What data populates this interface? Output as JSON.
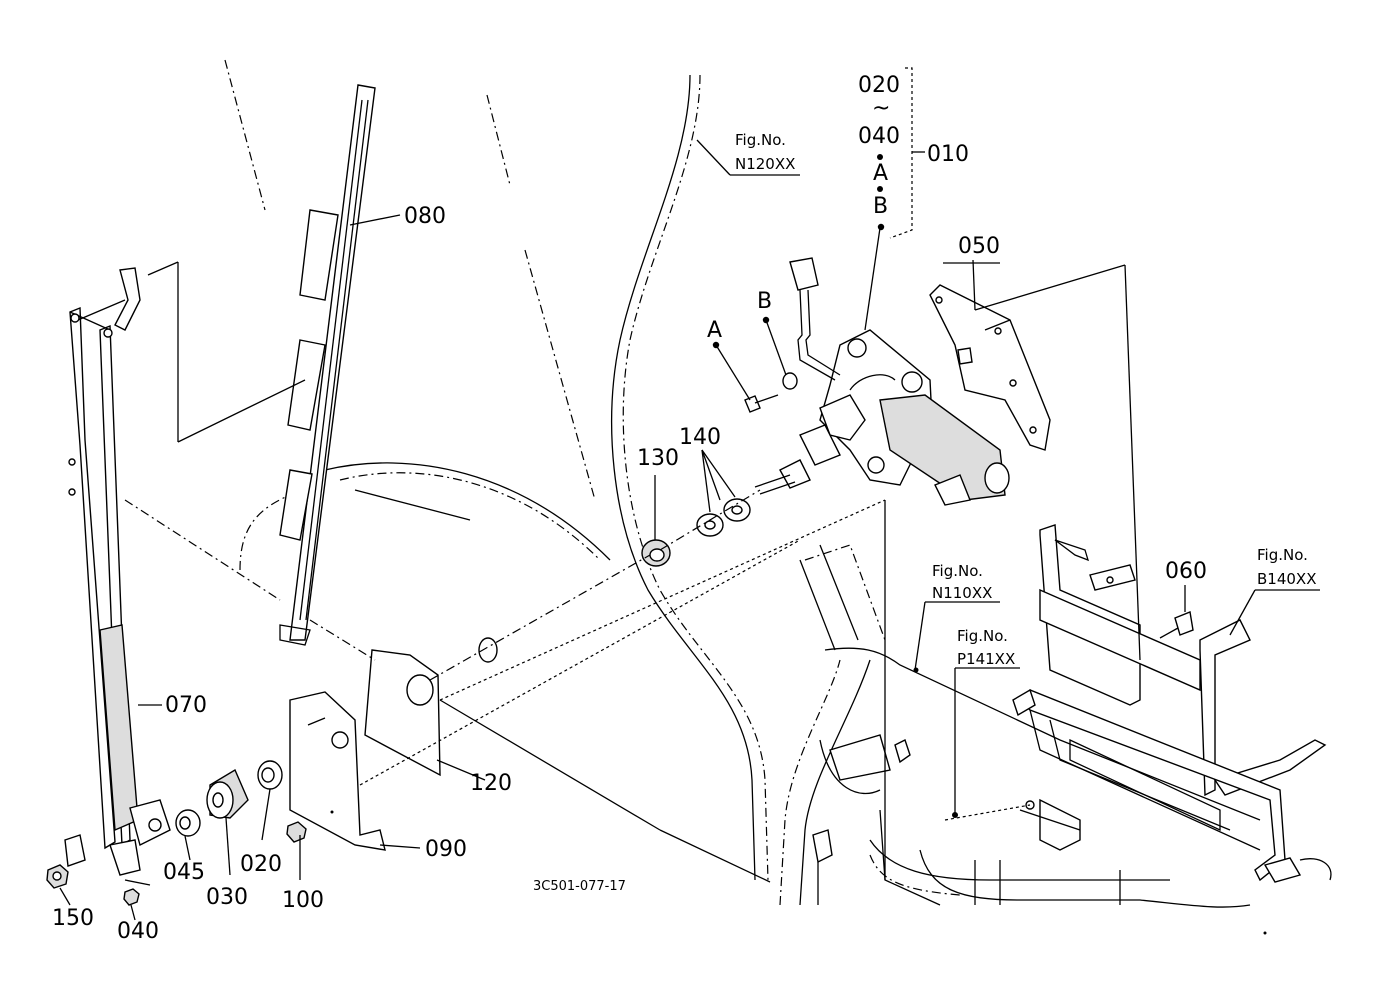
{
  "labels": {
    "p010": "010",
    "p020_top": "020",
    "tilde": "~",
    "p040_top": "040",
    "a_top": "A",
    "b_top": "B",
    "p050": "050",
    "p060": "060",
    "p070": "070",
    "p080": "080",
    "p090": "090",
    "p100": "100",
    "p120": "120",
    "p130": "130",
    "p140": "140",
    "p150": "150",
    "p040": "040",
    "p045": "045",
    "p030": "030",
    "p020": "020",
    "a": "A",
    "b": "B"
  },
  "fig_refs": {
    "n120_title": "Fig.No.",
    "n120_code": "N120XX",
    "n110_title": "Fig.No.",
    "n110_code": "N110XX",
    "p141_title": "Fig.No.",
    "p141_code": "P141XX",
    "b140_title": "Fig.No.",
    "b140_code": "B140XX"
  },
  "diagram_code": "3C501-077-17"
}
